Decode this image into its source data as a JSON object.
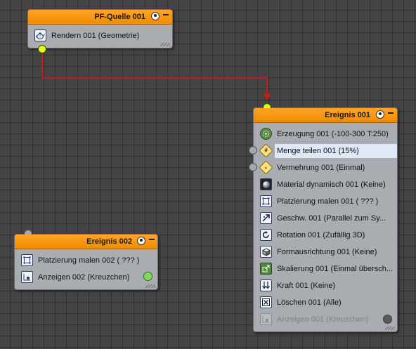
{
  "colors": {
    "header": "#f59200",
    "wire": "#c41b1b",
    "socket_active": "#dfff1a"
  },
  "pf_source_001": {
    "title": "PF-Quelle 001",
    "operators": [
      {
        "label": "Rendern 001 (Geometrie)",
        "icon": "teapot-icon"
      }
    ]
  },
  "event_001": {
    "title": "Ereignis 001",
    "operators": [
      {
        "label": "Erzeugung 001 (-100-300 T:250)",
        "icon": "birth-icon"
      },
      {
        "label": "Menge teilen 001 (15%)",
        "icon": "split-amount-icon"
      },
      {
        "label": "Vermehrung 001 (Einmal)",
        "icon": "spawn-icon"
      },
      {
        "label": "Material dynamisch 001 (Keine)",
        "icon": "material-sphere-icon"
      },
      {
        "label": "Platzierung malen 001 ( ??? )",
        "icon": "placement-paint-icon"
      },
      {
        "label": "Geschw. 001 (Parallel zum Sy...",
        "icon": "speed-icon"
      },
      {
        "label": "Rotation 001 (Zufällig 3D)",
        "icon": "rotation-icon"
      },
      {
        "label": "Formausrichtung 001 (Keine)",
        "icon": "shape-facing-icon"
      },
      {
        "label": "Skalierung 001 (Einmal übersch...",
        "icon": "scale-icon"
      },
      {
        "label": "Kraft 001 (Keine)",
        "icon": "force-icon"
      },
      {
        "label": "Löschen 001 (Alle)",
        "icon": "delete-icon"
      },
      {
        "label": "Anzeigen 001 (Kreuzchen)",
        "icon": "display-icon"
      }
    ]
  },
  "event_002": {
    "title": "Ereignis 002",
    "operators": [
      {
        "label": "Platzierung malen 002 ( ??? )",
        "icon": "placement-paint-icon"
      },
      {
        "label": "Anzeigen 002 (Kreuzchen)",
        "icon": "display-icon"
      }
    ]
  }
}
